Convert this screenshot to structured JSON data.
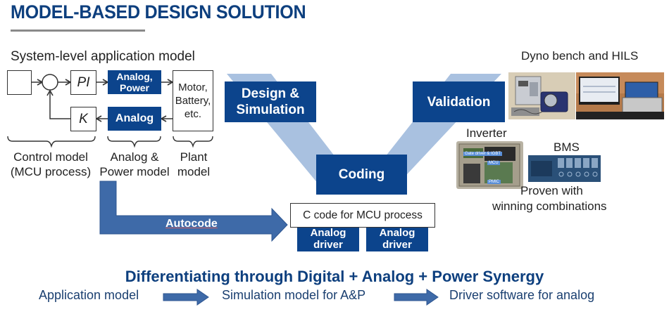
{
  "title": "MODEL-BASED DESIGN SOLUTION",
  "system_model": {
    "heading": "System-level application model",
    "blocks": {
      "pi": "PI",
      "k": "K",
      "analog_power_line1": "Analog,",
      "analog_power_line2": "Power",
      "analog": "Analog",
      "plant_line1": "Motor,",
      "plant_line2": "Battery,",
      "plant_line3": "etc."
    },
    "brace_labels": {
      "control_line1": "Control model",
      "control_line2": "(MCU process)",
      "analog_line1": "Analog &",
      "analog_line2": "Power model",
      "plant_line1": "Plant",
      "plant_line2": "model"
    }
  },
  "v_model": {
    "design_line1": "Design &",
    "design_line2": "Simulation",
    "coding": "Coding",
    "validation": "Validation"
  },
  "autocode": {
    "label": "Autocode",
    "c_code": "C code for MCU process",
    "driver_line1": "Analog",
    "driver_line2": "driver"
  },
  "validation_assets": {
    "dyno_caption": "Dyno bench and HILS",
    "inverter_caption": "Inverter",
    "inverter_tags": [
      "Gate driver & IGBT",
      "MCU",
      "PMIC"
    ],
    "bms_caption": "BMS",
    "proven_line1": "Proven with",
    "proven_line2": "winning combinations"
  },
  "bottom": {
    "headline": "Differentiating through Digital + Analog + Power Synergy",
    "steps": [
      "Application model",
      "Simulation model for A&P",
      "Driver software for analog"
    ]
  },
  "colors": {
    "primary_blue": "#0c448c",
    "title_blue": "#0d3f7e",
    "v_band": "#a9c1e0",
    "arrow_blue": "#3e6aa8"
  }
}
